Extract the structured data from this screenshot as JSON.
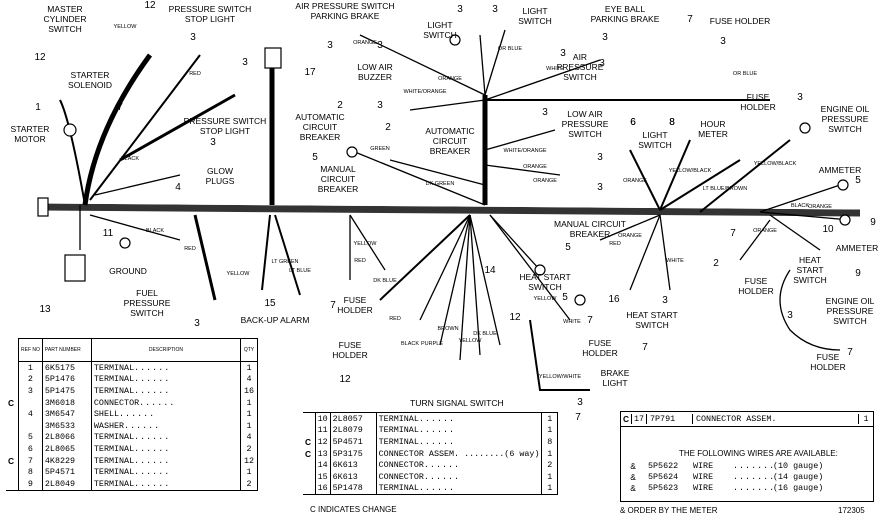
{
  "labels": {
    "master_cylinder_switch": [
      "MASTER",
      "CYLINDER",
      "SWITCH"
    ],
    "pressure_switch_stop_light_top": [
      "PRESSURE SWITCH",
      "STOP LIGHT"
    ],
    "air_pressure_switch_parking_brake": [
      "AIR PRESSURE SWITCH",
      "PARKING      BRAKE"
    ],
    "light_switch_a": [
      "LIGHT",
      "SWITCH"
    ],
    "light_switch_b": [
      "LIGHT",
      "SWITCH"
    ],
    "eye_ball_parking_brake": [
      "EYE BALL",
      "PARKING BRAKE"
    ],
    "fuse_holder_top": "FUSE   HOLDER",
    "starter_solenoid": [
      "STARTER",
      "SOLENOID"
    ],
    "low_air_buzzer": [
      "LOW AIR",
      "BUZZER"
    ],
    "air_pressure_switch": [
      "AIR",
      "PRESSURE",
      "SWITCH"
    ],
    "starter_motor": [
      "STARTER",
      "MOTOR"
    ],
    "pressure_switch_stop_light_mid": [
      "PRESSURE SWITCH",
      "STOP LIGHT"
    ],
    "automatic_circuit_breaker_left": [
      "AUTOMATIC",
      "CIRCUIT",
      "BREAKER"
    ],
    "automatic_circuit_breaker_mid": [
      "AUTOMATIC",
      "CIRCUIT",
      "BREAKER"
    ],
    "low_air_pressure_switch": [
      "LOW AIR",
      "PRESSURE",
      "SWITCH"
    ],
    "light_switch_right": [
      "LIGHT",
      "SWITCH"
    ],
    "hour_meter": [
      "HOUR",
      "METER"
    ],
    "fuse_holder_right_top": [
      "FUSE",
      "HOLDER"
    ],
    "engine_oil_pressure_switch_top": [
      "ENGINE OIL",
      "PRESSURE",
      "SWITCH"
    ],
    "glow_plugs": [
      "GLOW",
      "PLUGS"
    ],
    "manual_circuit_breaker_left": [
      "MANUAL",
      "CIRCUIT",
      "BREAKER"
    ],
    "ammeter_top": "AMMETER",
    "manual_circuit_breaker_right": [
      "MANUAL CIRCUIT",
      "BREAKER"
    ],
    "ammeter_right": "AMMETER",
    "ground": "GROUND",
    "heat_start_switch_left": [
      "HEAT START",
      "SWITCH"
    ],
    "heat_start_switch_right": [
      "HEAT",
      "START",
      "SWITCH"
    ],
    "fuse_holder_right_mid": [
      "FUSE",
      "HOLDER"
    ],
    "engine_oil_pressure_switch_bottom": [
      "ENGINE OIL",
      "PRESSURE",
      "SWITCH"
    ],
    "fuel_pressure_switch": [
      "FUEL",
      "PRESSURE",
      "SWITCH"
    ],
    "fuse_holder_center": [
      "FUSE",
      "HOLDER"
    ],
    "heat_start_switch_bottom": [
      "HEAT START",
      "SWITCH"
    ],
    "back_up_alarm": "BACK-UP ALARM",
    "fuse_holder_left_bottom": [
      "FUSE",
      "HOLDER"
    ],
    "fuse_holder_bottom_mid": [
      "FUSE",
      "HOLDER"
    ],
    "brake_light": [
      "BRAKE",
      "LIGHT"
    ],
    "fuse_holder_bottom_right": [
      "FUSE",
      "HOLDER"
    ],
    "turn_signal_switch": "TURN SIGNAL SWITCH"
  },
  "wire_labels": [
    "ORANGE",
    "YELLOW",
    "RED",
    "BLACK",
    "WHITE",
    "WHITE/ORANGE",
    "ORANGE",
    "OR BLUE",
    "GREEN",
    "DK GREEN",
    "BLACK",
    "YELLOW",
    "RED",
    "OR BLUE",
    "ORANGE",
    "ORANGE",
    "WHITE/ORANGE",
    "ORANGE",
    "YELLOW/BLACK",
    "LT BLUE/BROWN",
    "ORANGE",
    "RED",
    "BLACK",
    "WHITE",
    "YELLOW",
    "YELLOW/BLACK",
    "RED",
    "ORANGE",
    "YELLOW",
    "RED",
    "DK BLUE",
    "LT GREEN",
    "LT BLUE",
    "BROWN",
    "WHITE",
    "YELLOW",
    "ORANGE",
    "PURPLE",
    "DK BLUE",
    "BLACK",
    "YELLOW/WHITE"
  ],
  "ref_numbers": [
    "12",
    "3",
    "3",
    "3",
    "3",
    "3",
    "3",
    "7",
    "12",
    "3",
    "17",
    "3",
    "3",
    "1",
    "7",
    "2",
    "3",
    "3",
    "6",
    "8",
    "3",
    "2",
    "5",
    "3",
    "6",
    "8",
    "3",
    "4",
    "3",
    "5",
    "9",
    "10",
    "11",
    "5",
    "7",
    "9",
    "14",
    "5",
    "16",
    "3",
    "2",
    "13",
    "3",
    "15",
    "7",
    "12",
    "7",
    "3",
    "7",
    "7",
    "12",
    "7",
    "3",
    "3"
  ],
  "parts_table_left": {
    "headers": [
      "REF NO",
      "PART NUMBER",
      "DESCRIPTION",
      "QTY"
    ],
    "rows": [
      {
        "c": "",
        "ref": "1",
        "part": "6K5175",
        "desc": "TERMINAL",
        "qty": "1"
      },
      {
        "c": "",
        "ref": "2",
        "part": "5P1476",
        "desc": "TERMINAL",
        "qty": "4"
      },
      {
        "c": "",
        "ref": "3",
        "part": "5P1475",
        "desc": "TERMINAL",
        "qty": "16"
      },
      {
        "c": "C",
        "ref": "",
        "part": "3M6018",
        "desc": "CONNECTOR",
        "qty": "1"
      },
      {
        "c": "",
        "ref": "4",
        "part": "3M6547",
        "desc": "SHELL",
        "qty": "1"
      },
      {
        "c": "",
        "ref": "",
        "part": "3M6533",
        "desc": "WASHER",
        "qty": "1"
      },
      {
        "c": "",
        "ref": "5",
        "part": "2L8066",
        "desc": "TERMINAL",
        "qty": "4"
      },
      {
        "c": "",
        "ref": "6",
        "part": "2L8065",
        "desc": "TERMINAL",
        "qty": "2"
      },
      {
        "c": "C",
        "ref": "7",
        "part": "4K8229",
        "desc": "TERMINAL",
        "qty": "12"
      },
      {
        "c": "",
        "ref": "8",
        "part": "5P4571",
        "desc": "TERMINAL",
        "qty": "1"
      },
      {
        "c": "",
        "ref": "9",
        "part": "2L8049",
        "desc": "TERMINAL",
        "qty": "2"
      }
    ]
  },
  "parts_table_mid": {
    "rows": [
      {
        "c": "",
        "ref": "10",
        "part": "2L8057",
        "desc": "TERMINAL",
        "qty": "1"
      },
      {
        "c": "",
        "ref": "11",
        "part": "2L8079",
        "desc": "TERMINAL",
        "qty": "1"
      },
      {
        "c": "C",
        "ref": "12",
        "part": "5P4571",
        "desc": "TERMINAL",
        "qty": "8"
      },
      {
        "c": "C",
        "ref": "13",
        "part": "5P3175",
        "desc": "CONNECTOR ASSEM. ........(6 way)",
        "qty": "1"
      },
      {
        "c": "",
        "ref": "14",
        "part": "6K613",
        "desc": "CONNECTOR",
        "qty": "2"
      },
      {
        "c": "",
        "ref": "15",
        "part": "6K613",
        "desc": "CONNECTOR",
        "qty": "1"
      },
      {
        "c": "",
        "ref": "16",
        "part": "5P1478",
        "desc": "TERMINAL",
        "qty": "1"
      }
    ]
  },
  "parts_table_right": {
    "row": {
      "c": "C",
      "ref": "17",
      "part": "7P791",
      "desc": "CONNECTOR ASSEM.",
      "qty": "1"
    },
    "note": "THE FOLLOWING WIRES ARE AVAILABLE:",
    "wires": [
      {
        "c": "&",
        "part": "5P5622",
        "desc": "WIRE",
        "gauge": "(10 gauge)"
      },
      {
        "c": "&",
        "part": "5P5624",
        "desc": "WIRE",
        "gauge": "(14 gauge)"
      },
      {
        "c": "&",
        "part": "5P5623",
        "desc": "WIRE",
        "gauge": "(16 gauge)"
      }
    ]
  },
  "footer": {
    "indicates_change": "C  INDICATES CHANGE",
    "order_by_meter": "& ORDER BY THE METER",
    "figure_number": "172305"
  }
}
